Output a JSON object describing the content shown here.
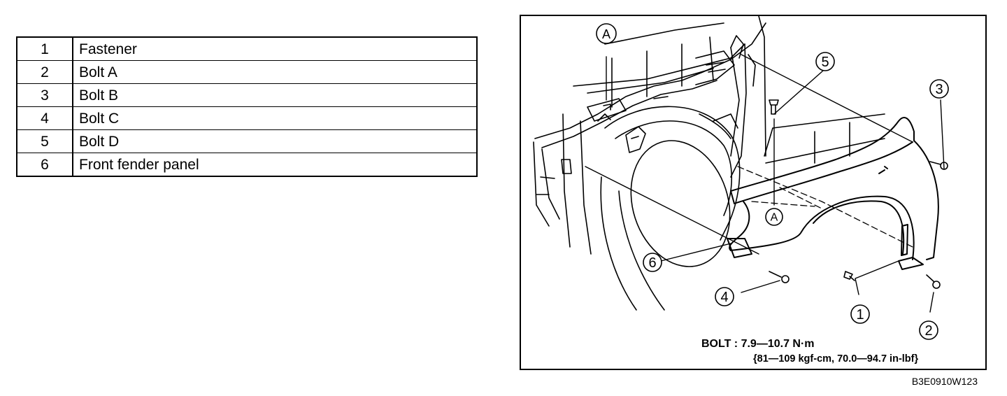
{
  "legend": {
    "rows": [
      {
        "num": "1",
        "label": "Fastener"
      },
      {
        "num": "2",
        "label": "Bolt A"
      },
      {
        "num": "3",
        "label": "Bolt B"
      },
      {
        "num": "4",
        "label": "Bolt C"
      },
      {
        "num": "5",
        "label": "Bolt D"
      },
      {
        "num": "6",
        "label": "Front fender panel"
      }
    ]
  },
  "figure": {
    "callouts": {
      "c1": "1",
      "c2": "2",
      "c3": "3",
      "c4": "4",
      "c5": "5",
      "c6": "6",
      "a_top": "A",
      "a_mid": "A"
    },
    "torque_line1": "BOLT : 7.9—10.7 N·m",
    "torque_line2": "{81—109 kgf-cm, 70.0—94.7 in-lbf}",
    "figure_code": "B3E0910W123"
  }
}
